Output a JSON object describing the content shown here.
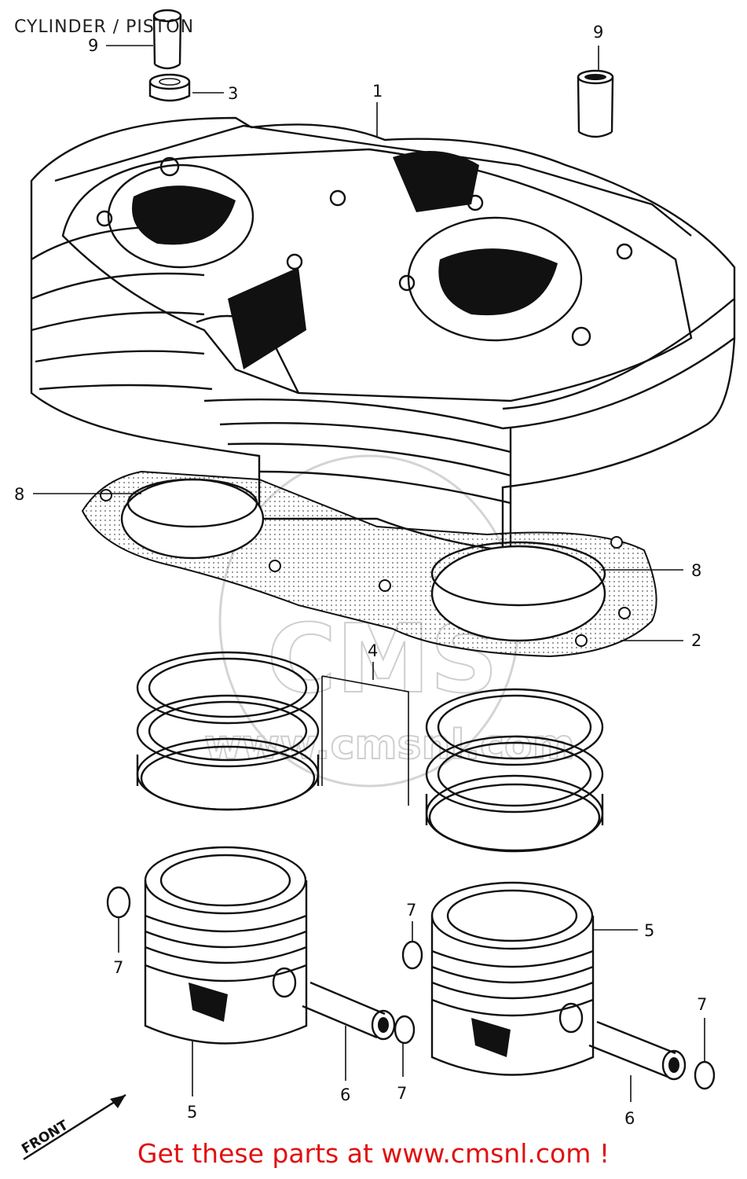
{
  "title": "CYLINDER / PISTON",
  "banner": "Get these parts at www.cmsnl.com !",
  "watermark": {
    "logo_text": "CMS",
    "url_text": "www.cmsnl.com"
  },
  "front_label": "FRONT",
  "callouts": [
    {
      "id": "c9a",
      "label": "9"
    },
    {
      "id": "c9b",
      "label": "9"
    },
    {
      "id": "c3",
      "label": "3"
    },
    {
      "id": "c1",
      "label": "1"
    },
    {
      "id": "c8a",
      "label": "8"
    },
    {
      "id": "c8b",
      "label": "8"
    },
    {
      "id": "c2",
      "label": "2"
    },
    {
      "id": "c4",
      "label": "4"
    },
    {
      "id": "c7a",
      "label": "7"
    },
    {
      "id": "c7b",
      "label": "7"
    },
    {
      "id": "c7c",
      "label": "7"
    },
    {
      "id": "c7d",
      "label": "7"
    },
    {
      "id": "c5a",
      "label": "5"
    },
    {
      "id": "c5b",
      "label": "5"
    },
    {
      "id": "c6a",
      "label": "6"
    },
    {
      "id": "c6b",
      "label": "6"
    }
  ],
  "colors": {
    "banner": "#e01010",
    "line": "#111111",
    "gasket_dots": "#555555",
    "watermark": "#cfcfcf"
  }
}
